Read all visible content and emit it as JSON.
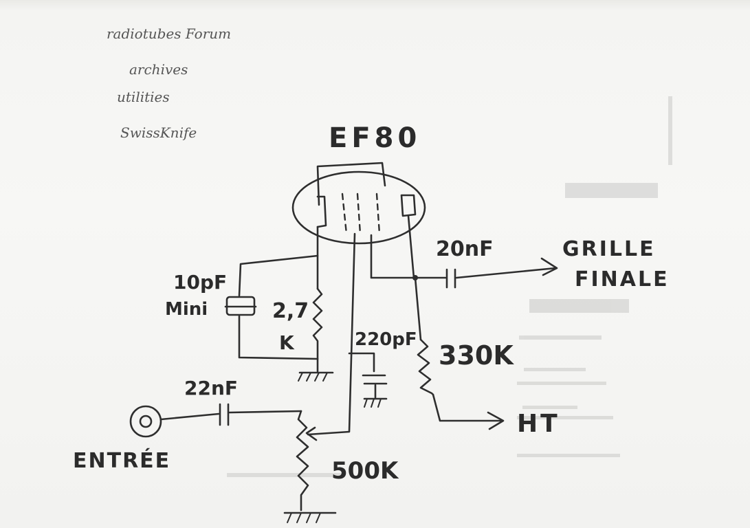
{
  "notes": {
    "line1": "radiotubes Forum",
    "line2": "archives",
    "line3": "utilities",
    "line4": "SwissKnife"
  },
  "tube": {
    "name": "EF80"
  },
  "components": {
    "c_mini": "10pF",
    "c_mini_note": "Mini",
    "r_cathode_value": "2,7",
    "r_cathode_unit": "K",
    "c_screen": "220pF",
    "c_input": "22nF",
    "pot": "500K",
    "c_output": "20nF",
    "r_plate": "330K"
  },
  "labels": {
    "output_line1": "GRILLE",
    "output_line2": "FINALE",
    "supply": "HT",
    "input": "ENTRÉE"
  }
}
